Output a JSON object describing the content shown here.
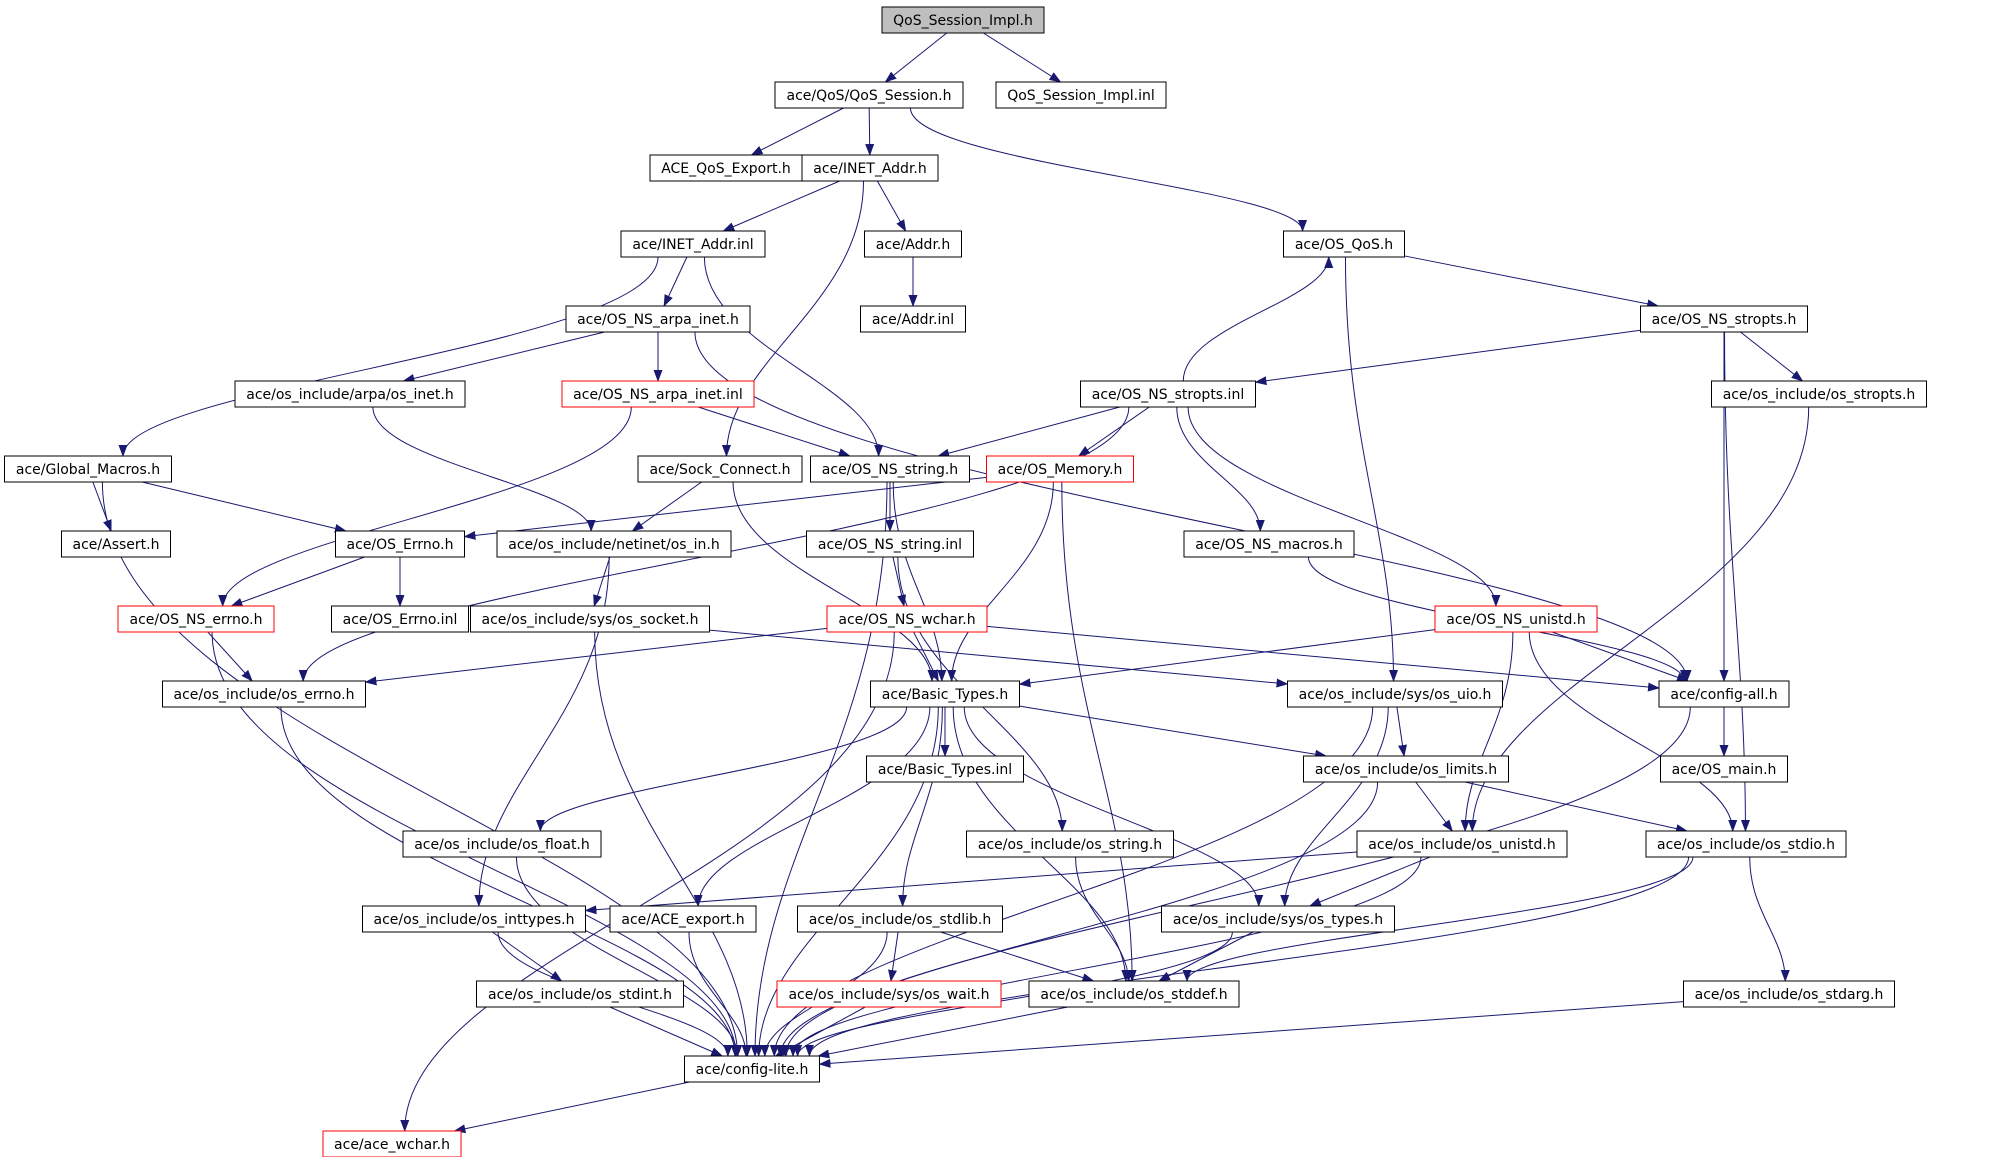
{
  "graph_title": "QoS_Session_Impl.h",
  "colors": {
    "edge": "#191970",
    "box_border": "#000000",
    "missing_border": "#ff0000",
    "root_fill": "#bfbfbf"
  },
  "nodes": [
    {
      "id": "root",
      "label": "QoS_Session_Impl.h",
      "style": "root"
    },
    {
      "id": "qos_session",
      "label": "ace/QoS/QoS_Session.h",
      "style": "normal"
    },
    {
      "id": "qos_session_impl_inl",
      "label": "QoS_Session_Impl.inl",
      "style": "normal"
    },
    {
      "id": "ace_qos_export",
      "label": "ACE_QoS_Export.h",
      "style": "normal"
    },
    {
      "id": "inet_addr_h",
      "label": "ace/INET_Addr.h",
      "style": "normal"
    },
    {
      "id": "inet_addr_inl",
      "label": "ace/INET_Addr.inl",
      "style": "normal"
    },
    {
      "id": "addr_h",
      "label": "ace/Addr.h",
      "style": "normal"
    },
    {
      "id": "os_qos_h",
      "label": "ace/OS_QoS.h",
      "style": "normal"
    },
    {
      "id": "addr_inl",
      "label": "ace/Addr.inl",
      "style": "normal"
    },
    {
      "id": "os_ns_arpa_inet_h",
      "label": "ace/OS_NS_arpa_inet.h",
      "style": "normal"
    },
    {
      "id": "os_ns_stropts_h",
      "label": "ace/OS_NS_stropts.h",
      "style": "normal"
    },
    {
      "id": "arpa_os_inet_h",
      "label": "ace/os_include/arpa/os_inet.h",
      "style": "normal"
    },
    {
      "id": "os_ns_arpa_inet_inl",
      "label": "ace/OS_NS_arpa_inet.inl",
      "style": "missing"
    },
    {
      "id": "os_ns_stropts_inl",
      "label": "ace/OS_NS_stropts.inl",
      "style": "normal"
    },
    {
      "id": "os_stropts_h",
      "label": "ace/os_include/os_stropts.h",
      "style": "normal"
    },
    {
      "id": "global_macros_h",
      "label": "ace/Global_Macros.h",
      "style": "normal"
    },
    {
      "id": "sock_connect_h",
      "label": "ace/Sock_Connect.h",
      "style": "normal"
    },
    {
      "id": "os_ns_string_h",
      "label": "ace/OS_NS_string.h",
      "style": "normal"
    },
    {
      "id": "os_memory_h",
      "label": "ace/OS_Memory.h",
      "style": "missing"
    },
    {
      "id": "assert_h",
      "label": "ace/Assert.h",
      "style": "normal"
    },
    {
      "id": "os_errno_ace_h",
      "label": "ace/OS_Errno.h",
      "style": "normal"
    },
    {
      "id": "netinet_os_in_h",
      "label": "ace/os_include/netinet/os_in.h",
      "style": "normal"
    },
    {
      "id": "os_ns_string_inl",
      "label": "ace/OS_NS_string.inl",
      "style": "normal"
    },
    {
      "id": "os_ns_macros_h",
      "label": "ace/OS_NS_macros.h",
      "style": "normal"
    },
    {
      "id": "os_ns_errno_h",
      "label": "ace/OS_NS_errno.h",
      "style": "missing"
    },
    {
      "id": "os_errno_inl",
      "label": "ace/OS_Errno.inl",
      "style": "normal"
    },
    {
      "id": "sys_os_socket_h",
      "label": "ace/os_include/sys/os_socket.h",
      "style": "normal"
    },
    {
      "id": "os_ns_wchar_h",
      "label": "ace/OS_NS_wchar.h",
      "style": "missing"
    },
    {
      "id": "os_ns_unistd_h",
      "label": "ace/OS_NS_unistd.h",
      "style": "missing"
    },
    {
      "id": "os_include_os_errno_h",
      "label": "ace/os_include/os_errno.h",
      "style": "normal"
    },
    {
      "id": "basic_types_h",
      "label": "ace/Basic_Types.h",
      "style": "normal"
    },
    {
      "id": "sys_os_uio_h",
      "label": "ace/os_include/sys/os_uio.h",
      "style": "normal"
    },
    {
      "id": "config_all_h",
      "label": "ace/config-all.h",
      "style": "normal"
    },
    {
      "id": "basic_types_inl",
      "label": "ace/Basic_Types.inl",
      "style": "normal"
    },
    {
      "id": "os_limits_h",
      "label": "ace/os_include/os_limits.h",
      "style": "normal"
    },
    {
      "id": "os_main_h",
      "label": "ace/OS_main.h",
      "style": "normal"
    },
    {
      "id": "os_float_h",
      "label": "ace/os_include/os_float.h",
      "style": "normal"
    },
    {
      "id": "os_string_h",
      "label": "ace/os_include/os_string.h",
      "style": "normal"
    },
    {
      "id": "os_unistd_h",
      "label": "ace/os_include/os_unistd.h",
      "style": "normal"
    },
    {
      "id": "os_stdio_h",
      "label": "ace/os_include/os_stdio.h",
      "style": "normal"
    },
    {
      "id": "os_inttypes_h",
      "label": "ace/os_include/os_inttypes.h",
      "style": "normal"
    },
    {
      "id": "ace_export_h",
      "label": "ace/ACE_export.h",
      "style": "normal"
    },
    {
      "id": "os_stdlib_h",
      "label": "ace/os_include/os_stdlib.h",
      "style": "normal"
    },
    {
      "id": "sys_os_types_h",
      "label": "ace/os_include/sys/os_types.h",
      "style": "normal"
    },
    {
      "id": "os_stdint_h",
      "label": "ace/os_include/os_stdint.h",
      "style": "normal"
    },
    {
      "id": "sys_os_wait_h",
      "label": "ace/os_include/sys/os_wait.h",
      "style": "missing"
    },
    {
      "id": "os_stddef_h",
      "label": "ace/os_include/os_stddef.h",
      "style": "normal"
    },
    {
      "id": "os_stdarg_h",
      "label": "ace/os_include/os_stdarg.h",
      "style": "normal"
    },
    {
      "id": "config_lite_h",
      "label": "ace/config-lite.h",
      "style": "normal"
    },
    {
      "id": "ace_wchar_h",
      "label": "ace/ace_wchar.h",
      "style": "missing"
    }
  ],
  "edges": [
    [
      "root",
      "qos_session"
    ],
    [
      "root",
      "qos_session_impl_inl"
    ],
    [
      "qos_session",
      "ace_qos_export"
    ],
    [
      "qos_session",
      "inet_addr_h"
    ],
    [
      "qos_session",
      "os_qos_h"
    ],
    [
      "inet_addr_h",
      "inet_addr_inl"
    ],
    [
      "inet_addr_h",
      "addr_h"
    ],
    [
      "inet_addr_h",
      "sock_connect_h"
    ],
    [
      "addr_h",
      "addr_inl"
    ],
    [
      "inet_addr_inl",
      "os_ns_arpa_inet_h"
    ],
    [
      "inet_addr_inl",
      "global_macros_h"
    ],
    [
      "inet_addr_inl",
      "os_ns_string_h"
    ],
    [
      "os_qos_h",
      "os_ns_stropts_h"
    ],
    [
      "os_qos_h",
      "sys_os_uio_h"
    ],
    [
      "os_ns_arpa_inet_h",
      "arpa_os_inet_h"
    ],
    [
      "os_ns_arpa_inet_h",
      "os_ns_arpa_inet_inl"
    ],
    [
      "os_ns_arpa_inet_h",
      "config_all_h"
    ],
    [
      "os_ns_stropts_h",
      "os_ns_stropts_inl"
    ],
    [
      "os_ns_stropts_h",
      "os_stropts_h"
    ],
    [
      "os_ns_stropts_h",
      "config_all_h"
    ],
    [
      "os_ns_stropts_h",
      "os_stdio_h"
    ],
    [
      "os_ns_stropts_inl",
      "os_qos_h"
    ],
    [
      "os_ns_stropts_inl",
      "os_ns_string_h"
    ],
    [
      "os_ns_stropts_inl",
      "os_memory_h"
    ],
    [
      "os_ns_stropts_inl",
      "os_ns_macros_h"
    ],
    [
      "os_ns_stropts_inl",
      "os_ns_unistd_h"
    ],
    [
      "os_ns_stropts_inl",
      "os_include_os_errno_h"
    ],
    [
      "arpa_os_inet_h",
      "netinet_os_in_h"
    ],
    [
      "os_ns_arpa_inet_inl",
      "os_ns_string_h"
    ],
    [
      "os_ns_arpa_inet_inl",
      "os_ns_errno_h"
    ],
    [
      "os_stropts_h",
      "os_unistd_h"
    ],
    [
      "global_macros_h",
      "assert_h"
    ],
    [
      "global_macros_h",
      "os_errno_ace_h"
    ],
    [
      "global_macros_h",
      "config_lite_h"
    ],
    [
      "sock_connect_h",
      "netinet_os_in_h"
    ],
    [
      "sock_connect_h",
      "basic_types_h"
    ],
    [
      "os_ns_string_h",
      "os_ns_string_inl"
    ],
    [
      "os_ns_string_h",
      "basic_types_h"
    ],
    [
      "os_ns_string_h",
      "config_lite_h"
    ],
    [
      "os_memory_h",
      "os_errno_ace_h"
    ],
    [
      "os_memory_h",
      "basic_types_h"
    ],
    [
      "os_memory_h",
      "os_stddef_h"
    ],
    [
      "os_errno_ace_h",
      "os_ns_errno_h"
    ],
    [
      "os_errno_ace_h",
      "os_errno_inl"
    ],
    [
      "netinet_os_in_h",
      "sys_os_socket_h"
    ],
    [
      "netinet_os_in_h",
      "os_inttypes_h"
    ],
    [
      "os_ns_string_inl",
      "os_ns_wchar_h"
    ],
    [
      "os_ns_string_inl",
      "os_string_h"
    ],
    [
      "os_ns_macros_h",
      "config_all_h"
    ],
    [
      "os_ns_errno_h",
      "os_include_os_errno_h"
    ],
    [
      "os_ns_errno_h",
      "config_lite_h"
    ],
    [
      "sys_os_socket_h",
      "sys_os_uio_h"
    ],
    [
      "sys_os_socket_h",
      "config_lite_h"
    ],
    [
      "os_ns_wchar_h",
      "os_include_os_errno_h"
    ],
    [
      "os_ns_wchar_h",
      "basic_types_h"
    ],
    [
      "os_ns_wchar_h",
      "config_all_h"
    ],
    [
      "os_ns_wchar_h",
      "ace_wchar_h"
    ],
    [
      "os_ns_unistd_h",
      "basic_types_h"
    ],
    [
      "os_ns_unistd_h",
      "config_all_h"
    ],
    [
      "os_ns_unistd_h",
      "os_unistd_h"
    ],
    [
      "os_ns_unistd_h",
      "os_stdio_h"
    ],
    [
      "os_include_os_errno_h",
      "config_lite_h"
    ],
    [
      "basic_types_h",
      "basic_types_inl"
    ],
    [
      "basic_types_h",
      "os_limits_h"
    ],
    [
      "basic_types_h",
      "os_float_h"
    ],
    [
      "basic_types_h",
      "ace_export_h"
    ],
    [
      "basic_types_h",
      "os_stdlib_h"
    ],
    [
      "basic_types_h",
      "sys_os_types_h"
    ],
    [
      "basic_types_h",
      "os_stddef_h"
    ],
    [
      "basic_types_h",
      "config_lite_h"
    ],
    [
      "sys_os_uio_h",
      "os_limits_h"
    ],
    [
      "sys_os_uio_h",
      "sys_os_types_h"
    ],
    [
      "sys_os_uio_h",
      "config_lite_h"
    ],
    [
      "config_all_h",
      "os_main_h"
    ],
    [
      "config_all_h",
      "config_lite_h"
    ],
    [
      "os_limits_h",
      "os_unistd_h"
    ],
    [
      "os_limits_h",
      "os_stdio_h"
    ],
    [
      "os_limits_h",
      "config_lite_h"
    ],
    [
      "os_float_h",
      "config_lite_h"
    ],
    [
      "os_string_h",
      "os_stddef_h"
    ],
    [
      "os_unistd_h",
      "os_inttypes_h"
    ],
    [
      "os_unistd_h",
      "sys_os_types_h"
    ],
    [
      "os_unistd_h",
      "config_lite_h"
    ],
    [
      "os_stdio_h",
      "os_stdarg_h"
    ],
    [
      "os_stdio_h",
      "os_stddef_h"
    ],
    [
      "os_stdio_h",
      "config_lite_h"
    ],
    [
      "os_inttypes_h",
      "os_stdint_h"
    ],
    [
      "os_inttypes_h",
      "config_lite_h"
    ],
    [
      "ace_export_h",
      "config_lite_h"
    ],
    [
      "os_stdlib_h",
      "sys_os_wait_h"
    ],
    [
      "os_stdlib_h",
      "os_stddef_h"
    ],
    [
      "os_stdlib_h",
      "config_lite_h"
    ],
    [
      "sys_os_types_h",
      "os_stddef_h"
    ],
    [
      "sys_os_types_h",
      "config_lite_h"
    ],
    [
      "os_stdint_h",
      "config_lite_h"
    ],
    [
      "sys_os_wait_h",
      "config_lite_h"
    ],
    [
      "os_stddef_h",
      "config_lite_h"
    ],
    [
      "os_stdarg_h",
      "config_lite_h"
    ],
    [
      "config_lite_h",
      "ace_wchar_h"
    ]
  ]
}
